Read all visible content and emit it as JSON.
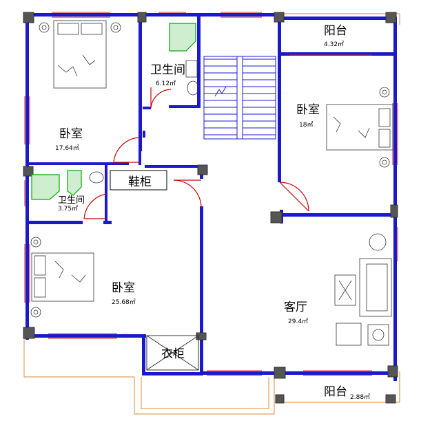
{
  "rooms": {
    "bedroom_nw": {
      "name": "卧室",
      "area": "17.64㎡"
    },
    "bath_top": {
      "name": "卫生间",
      "area": "6.12㎡"
    },
    "balcony_ne": {
      "name": "阳台",
      "area": "4.32㎡"
    },
    "bedroom_ne": {
      "name": "卧室",
      "area": "18㎡"
    },
    "bath_left": {
      "name": "卫生间",
      "area": "3.75㎡"
    },
    "shoe_cabinet": {
      "name": "鞋柜"
    },
    "bedroom_sw": {
      "name": "卧室",
      "area": "25.68㎡"
    },
    "living_room": {
      "name": "客厅",
      "area": "29.4㎡"
    },
    "wardrobe": {
      "name": "衣柜"
    },
    "balcony_se": {
      "name": "阳台",
      "area": "2.88㎡"
    }
  },
  "colors": {
    "wall": "#1a1acc",
    "column": "#555555",
    "door_arc": "#cc0000",
    "balcony_outline": "#e0a060",
    "bathroom_fixture": "#00aa00"
  }
}
